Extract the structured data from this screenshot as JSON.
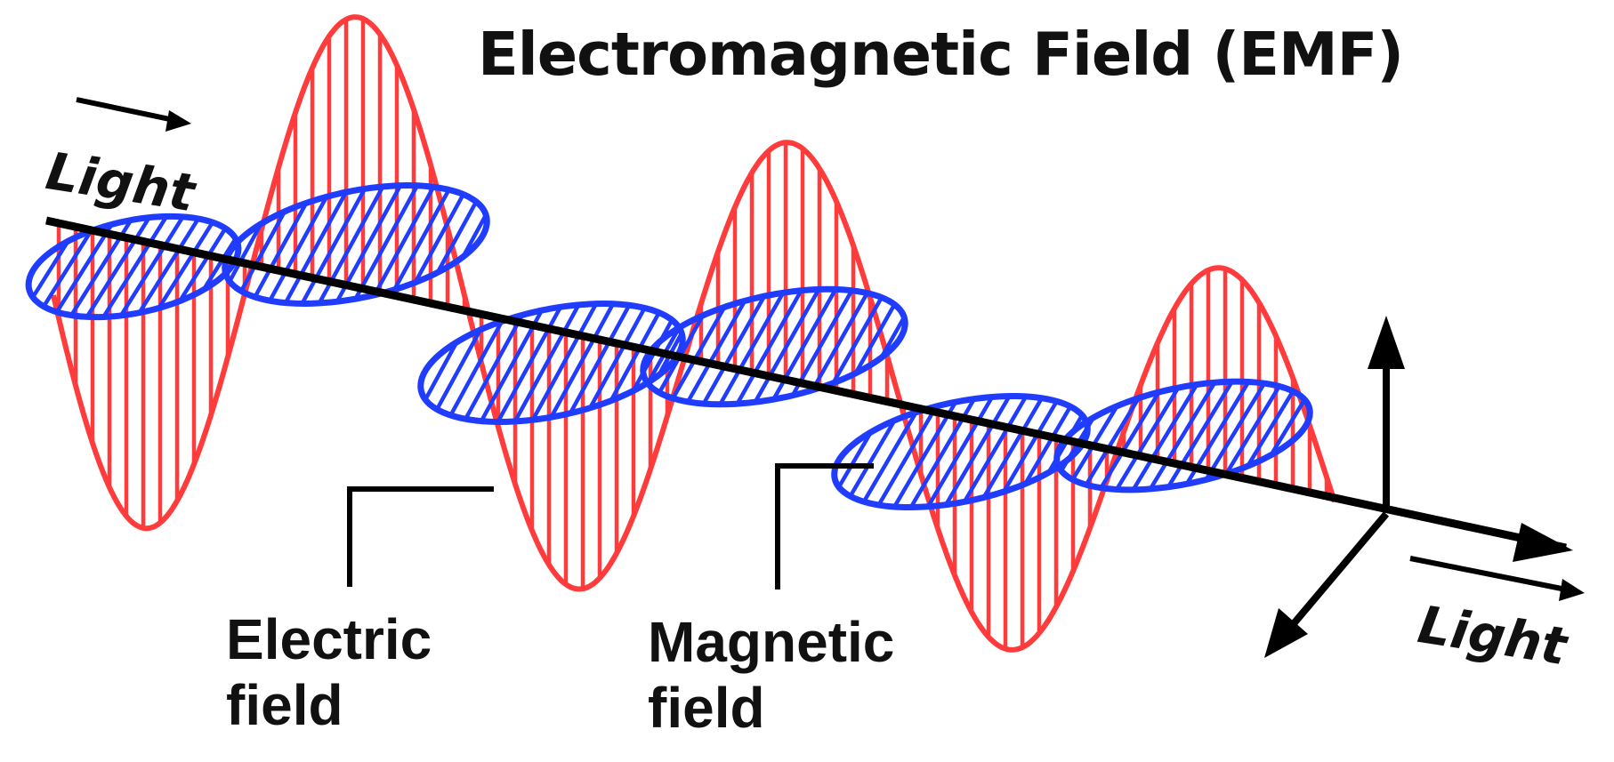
{
  "diagram": {
    "title": "Electromagnetic Field (EMF)",
    "light_label_left": "Light",
    "light_label_right": "Light",
    "electric_label_line1": "Electric",
    "electric_label_line2": "field",
    "magnetic_label_line1": "Magnetic",
    "magnetic_label_line2": "field",
    "colors": {
      "electric_wave": "#ff3b3b",
      "magnetic_wave": "#1f3cff",
      "axis": "#000000"
    }
  }
}
